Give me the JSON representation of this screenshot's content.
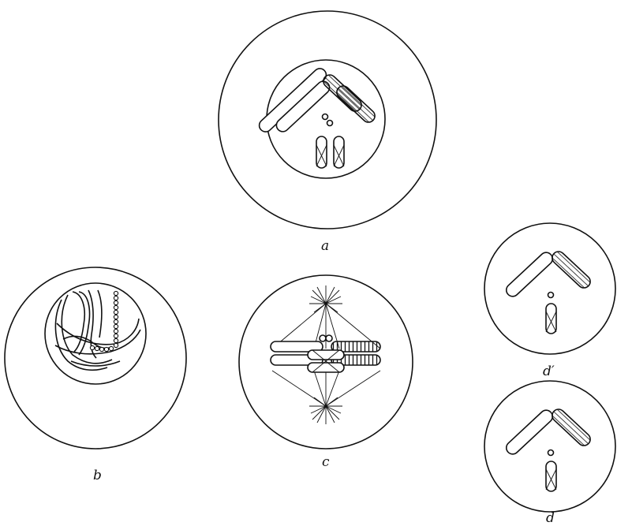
{
  "figure": {
    "panels": [
      {
        "id": "a",
        "label": "a"
      },
      {
        "id": "b",
        "label": "b"
      },
      {
        "id": "c",
        "label": "c"
      },
      {
        "id": "d-prime",
        "label": "d′"
      },
      {
        "id": "d",
        "label": "d"
      }
    ]
  }
}
